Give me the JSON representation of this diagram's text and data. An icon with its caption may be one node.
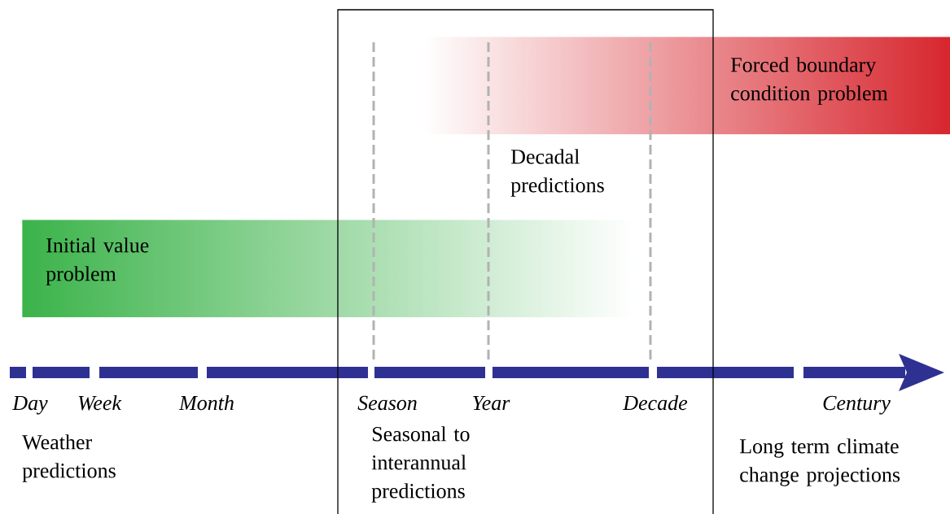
{
  "diagram": {
    "nodes": [
      {
        "text": [
          "Forced boundary condition problem"
        ]
      },
      {
        "text": [
          "Initial value problem"
        ]
      },
      {
        "text": [
          "Seasonal to interannual predictions"
        ]
      }
    ],
    "labels": [
      "Decadal predictions",
      "Day",
      "Week",
      "Month",
      "Season",
      "Year",
      "Decade",
      "Century",
      "Weather predictions",
      "Long term climate change projections"
    ]
  }
}
